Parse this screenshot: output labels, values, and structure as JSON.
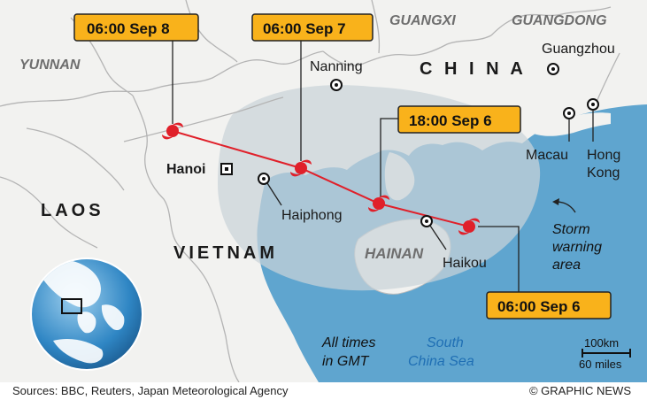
{
  "map": {
    "regions": {
      "yunnan": "YUNNAN",
      "guangxi": "GUANGXI",
      "guangdong": "GUANGDONG",
      "china": "C H I N A",
      "laos": "LAOS",
      "vietnam": "VIETNAM",
      "hainan": "HAINAN"
    },
    "cities": {
      "nanning": "Nanning",
      "guangzhou": "Guangzhou",
      "macau": "Macau",
      "hong_kong_1": "Hong",
      "hong_kong_2": "Kong",
      "hanoi": "Hanoi",
      "haiphong": "Haiphong",
      "haikou": "Haikou"
    },
    "track_labels": {
      "sep8": "06:00 Sep 8",
      "sep7": "06:00 Sep 7",
      "sep6_18": "18:00 Sep 6",
      "sep6_06": "06:00 Sep 6"
    },
    "storm_warning": [
      "Storm",
      "warning",
      "area"
    ],
    "times_note": [
      "All times",
      "in GMT"
    ],
    "sea": [
      "South",
      "China Sea"
    ],
    "scale": {
      "km": "100km",
      "miles": "60 miles"
    },
    "colors": {
      "land": "#f2f2f0",
      "border": "#b4b4b4",
      "sea": "#5fa5cf",
      "warning_area": "#c9d2d8",
      "track": "#e0202a",
      "tag_fill": "#f9b21b",
      "sea_label": "#1f6fb4"
    }
  },
  "footer": {
    "sources": "Sources: BBC, Reuters, Japan Meteorological Agency",
    "copyright": "© GRAPHIC NEWS"
  }
}
